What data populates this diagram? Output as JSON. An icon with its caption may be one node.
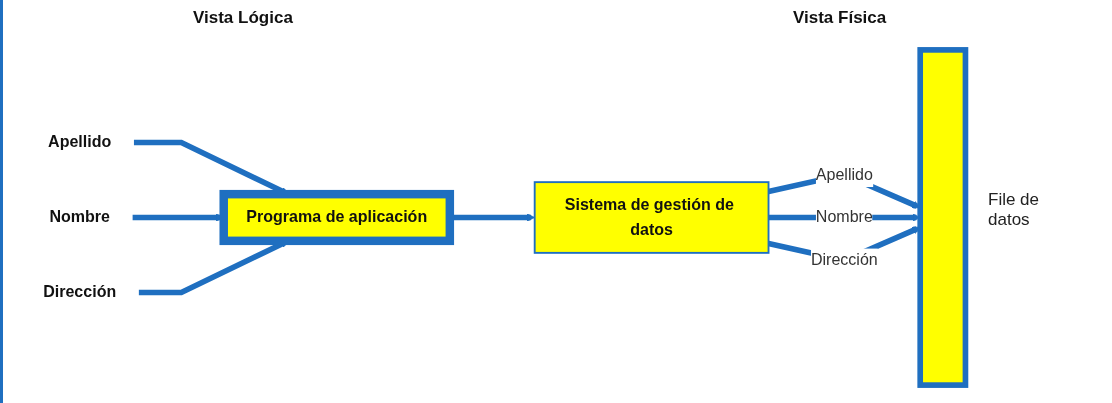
{
  "diagram": {
    "nodes": [
      {
        "text": [
          "Apellido"
        ]
      },
      {
        "text": [
          "Nombre"
        ]
      },
      {
        "text": [
          "Dirección"
        ]
      },
      {
        "text": [
          "Programa de aplicación"
        ]
      },
      {
        "text": [
          "Sistema de gestión de datos"
        ]
      },
      {
        "text": [],
        "shape": "bar",
        "beside": [
          "File de datos"
        ]
      }
    ],
    "edges": [
      {
        "from": 0,
        "to": 3,
        "arrow": "to"
      },
      {
        "from": 1,
        "to": 3,
        "arrow": "to"
      },
      {
        "from": 2,
        "to": 3,
        "arrow": "to"
      },
      {
        "from": 3,
        "to": 4,
        "arrow": "to"
      },
      {
        "from": 4,
        "to": 5,
        "label": "Apellido",
        "arrow": "to"
      },
      {
        "from": 4,
        "to": 5,
        "label": "Nombre",
        "arrow": "to"
      },
      {
        "from": 4,
        "to": 5,
        "label": "Dirección",
        "arrow": "to"
      }
    ],
    "labels": [
      "Vista Lógica",
      "Vista Física"
    ]
  }
}
